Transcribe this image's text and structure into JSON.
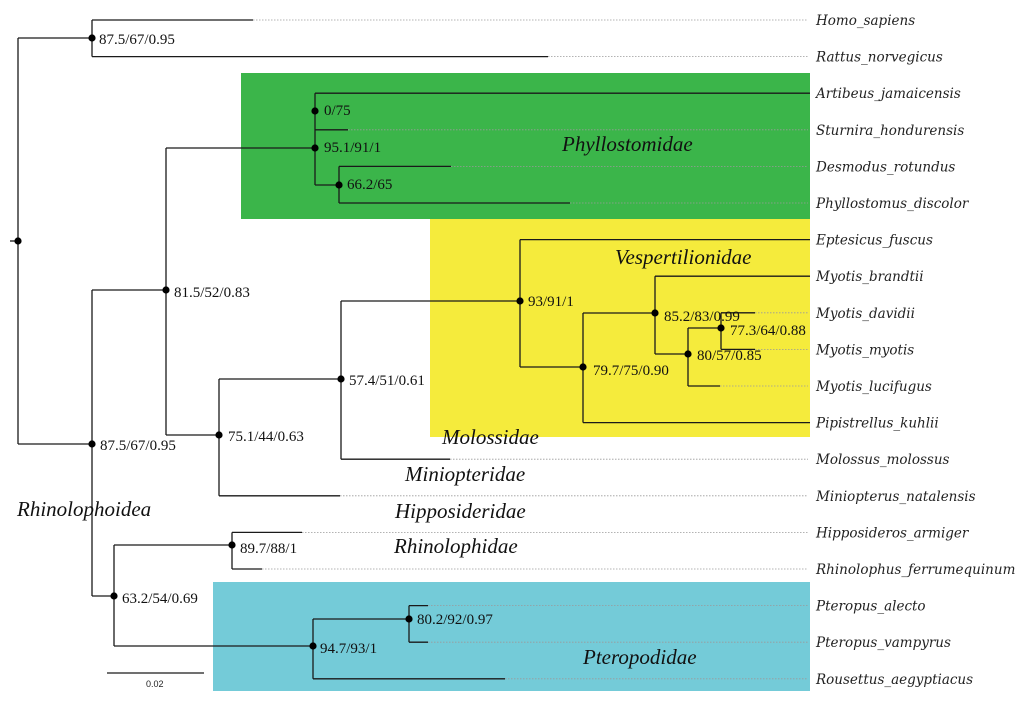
{
  "figure": {
    "type": "phylogenetic-tree",
    "support_format": "SH-aLRT/UFBoot/posterior",
    "scale_bar_label": "0.02",
    "colors": {
      "phyllostomidae_box": "#3bb54a",
      "vespertilionidae_box": "#f5eb3c",
      "pteropodidae_box": "#74cbd8",
      "branch": "#1a1a1a"
    }
  },
  "taxa": [
    "Homo_sapiens",
    "Rattus_norvegicus",
    "Artibeus_jamaicensis",
    "Sturnira_hondurensis",
    "Desmodus_rotundus",
    "Phyllostomus_discolor",
    "Eptesicus_fuscus",
    "Myotis_brandtii",
    "Myotis_davidii",
    "Myotis_myotis",
    "Myotis_lucifugus",
    "Pipistrellus_kuhlii",
    "Molossus_molossus",
    "Miniopterus_natalensis",
    "Hipposideros_armiger",
    "Rhinolophus_ferrumequinum",
    "Pteropus_alecto",
    "Pteropus_vampyrus",
    "Rousettus_aegyptiacus"
  ],
  "clades": {
    "phyllostomidae": "Phyllostomidae",
    "vespertilionidae": "Vespertilionidae",
    "molossidae": "Molossidae",
    "miniopteridae": "Miniopteridae",
    "hipposideridae": "Hipposideridae",
    "rhinolophidae": "Rhinolophidae",
    "pteropodidae": "Pteropodidae",
    "rhinolophoidea": "Rhinolophoidea"
  },
  "supports": {
    "outgroup": "87.5/67/0.95",
    "artibeus_sturnira": "0/75",
    "phyllostomidae": "95.1/91/1",
    "desmodus_phyllostomus": "66.2/65",
    "yangochiroptera": "81.5/52/0.83",
    "chiroptera": "87.5/67/0.95",
    "vesper_molossidae_minio": "75.1/44/0.63",
    "vesper_molossidae": "57.4/51/0.61",
    "vespertilionidae": "93/91/1",
    "vesper_inner": "79.7/75/0.90",
    "myotis": "85.2/83/0.99",
    "myotis_inner": "80/57/0.85",
    "davidii_myotis": "77.3/64/0.88",
    "yinpterochiroptera": "63.2/54/0.69",
    "rhinolophoidea": "89.7/88/1",
    "pteropodidae": "94.7/93/1",
    "pteropus": "80.2/92/0.97"
  }
}
